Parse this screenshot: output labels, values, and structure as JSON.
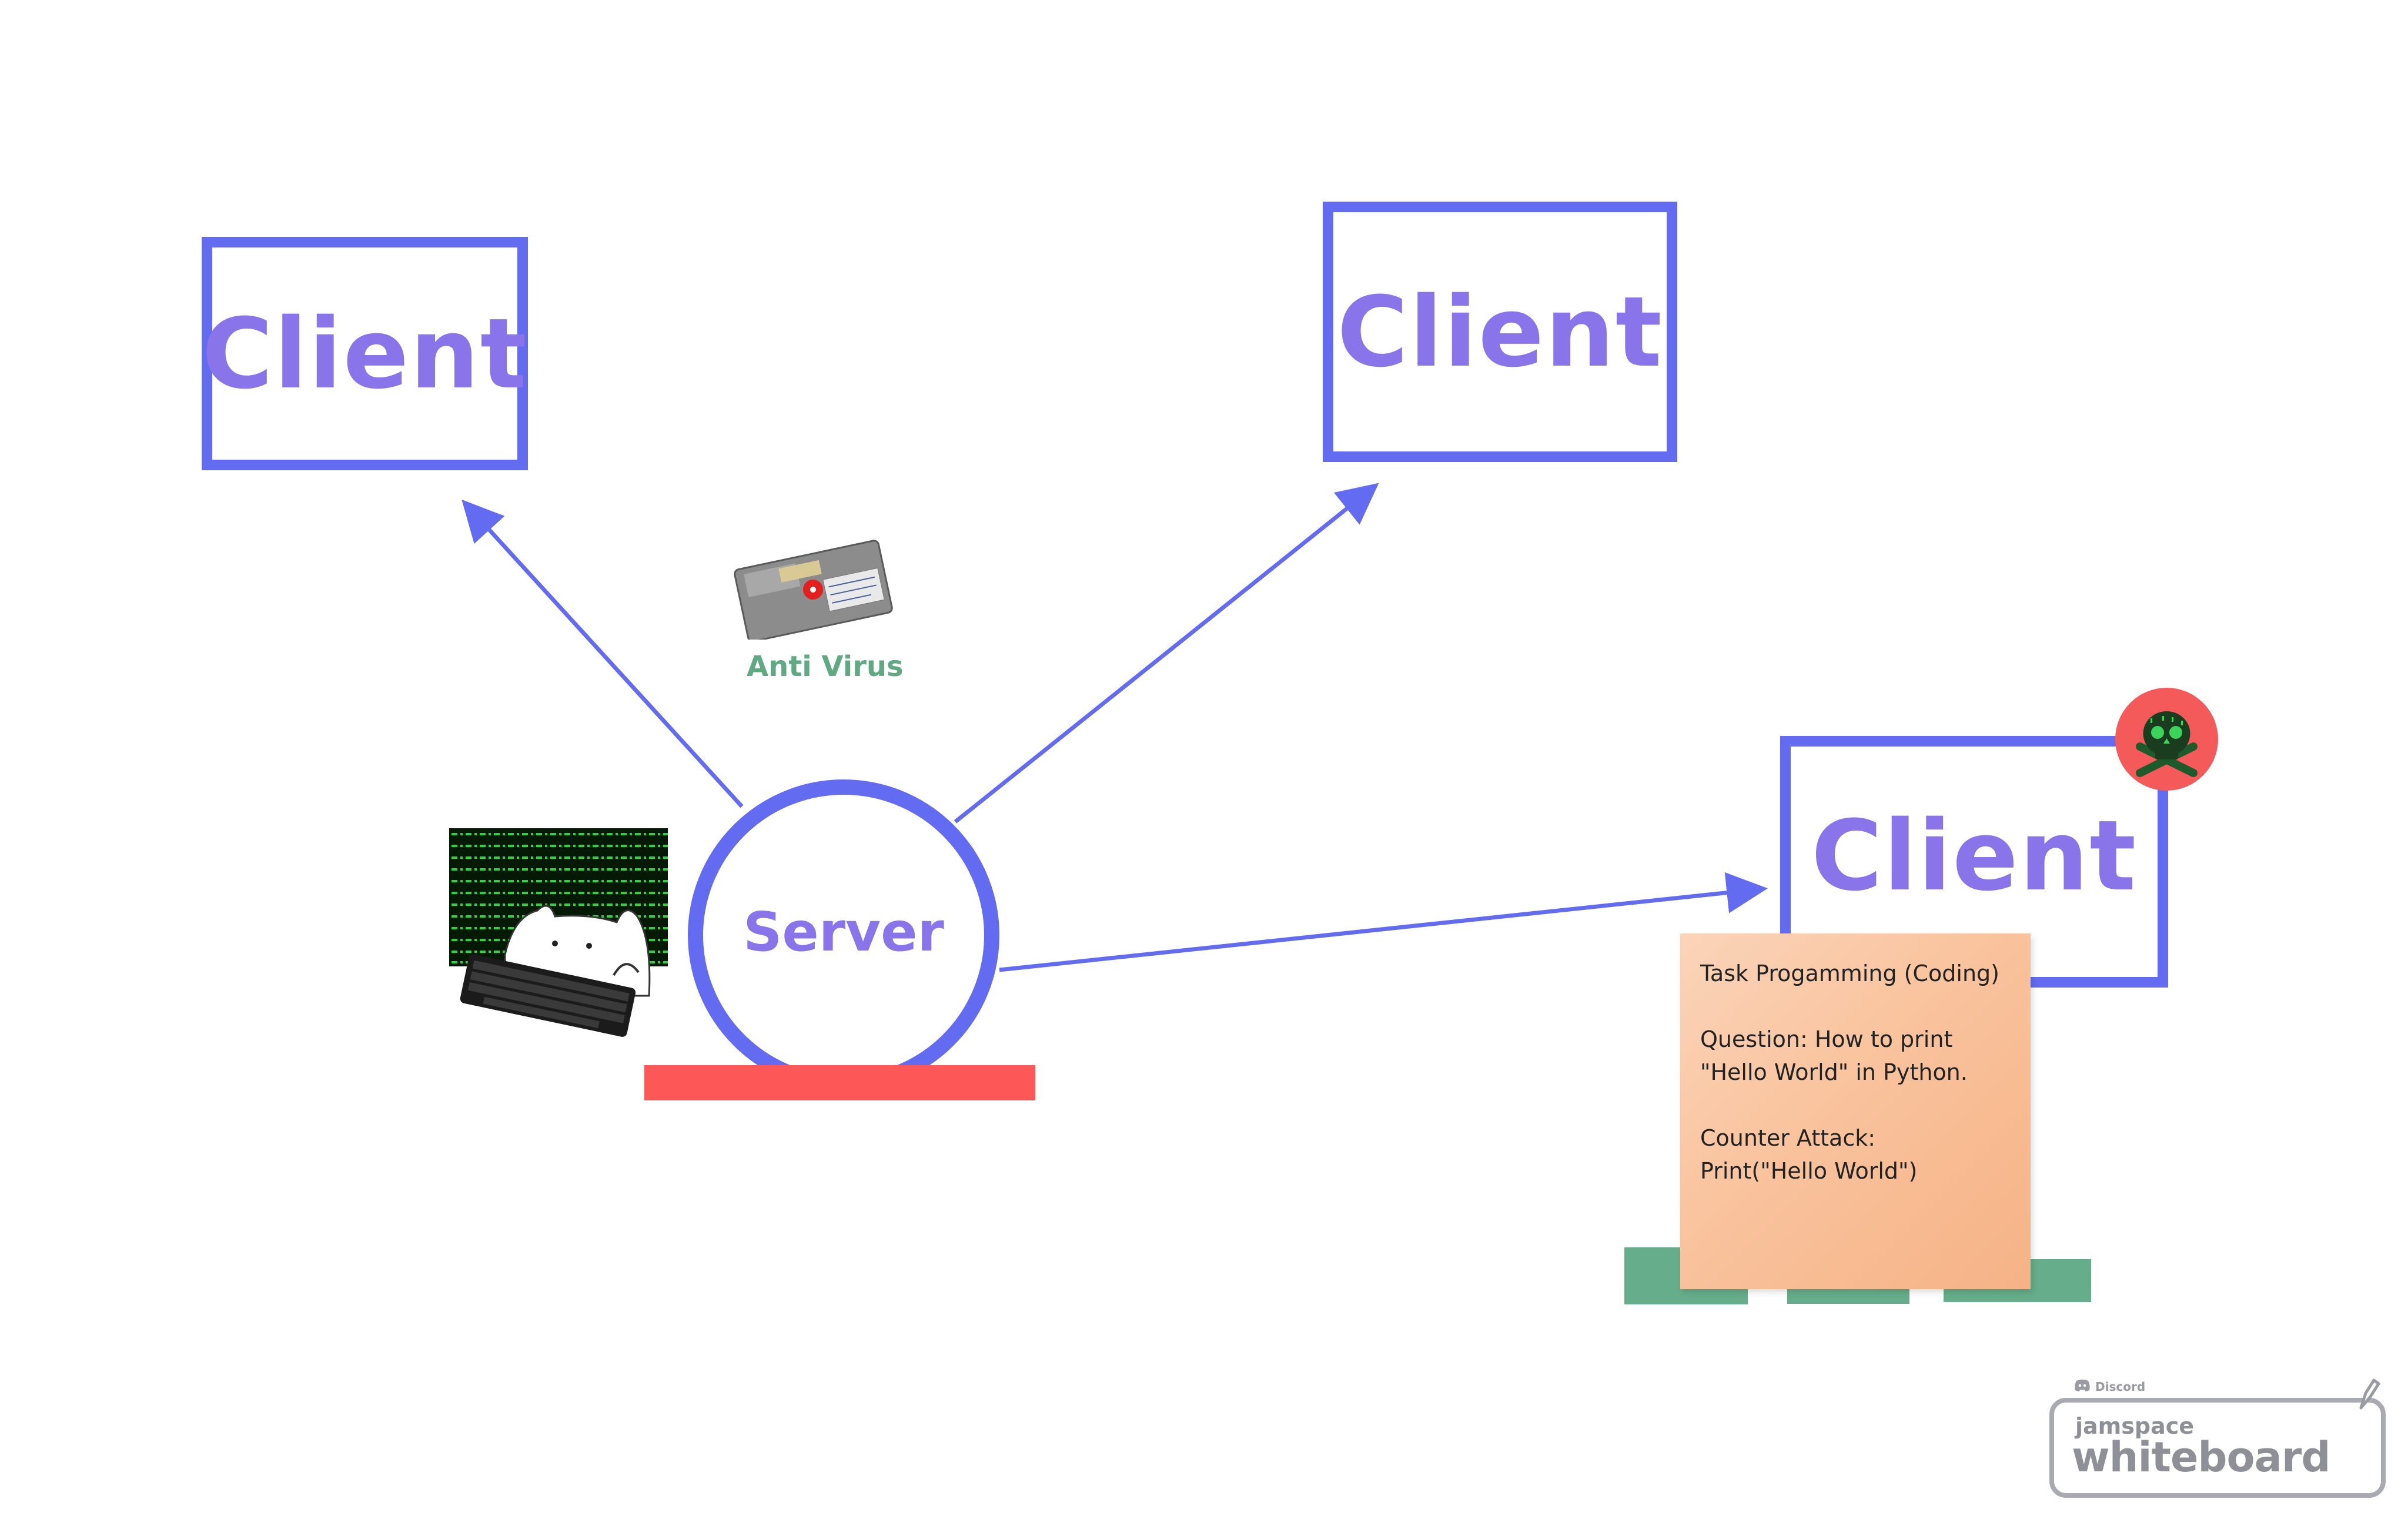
{
  "diagram": {
    "clients": [
      {
        "label": "Client"
      },
      {
        "label": "Client"
      },
      {
        "label": "Client"
      }
    ],
    "server": {
      "label": "Server"
    },
    "antivirus": {
      "label": "Anti Virus"
    },
    "sticky_note": {
      "line1": "Task Progamming (Coding)",
      "line2": "Question: How to print \"Hello World\" in Python.",
      "line3": "Counter Attack:",
      "line4": "Print(\"Hello World\")"
    }
  },
  "branding": {
    "discord": "Discord",
    "name_small": "jamspace",
    "name_big": "whiteboard"
  },
  "colors": {
    "accent": "#636cf0",
    "label": "#8a74ea",
    "red": "#fd5757",
    "green": "#66ae8b",
    "note": "#f9c39d"
  },
  "icons": [
    "arrow-icon",
    "floppy-disk-icon",
    "hacker-cat-icon",
    "skull-crossbones-icon",
    "discord-icon"
  ]
}
